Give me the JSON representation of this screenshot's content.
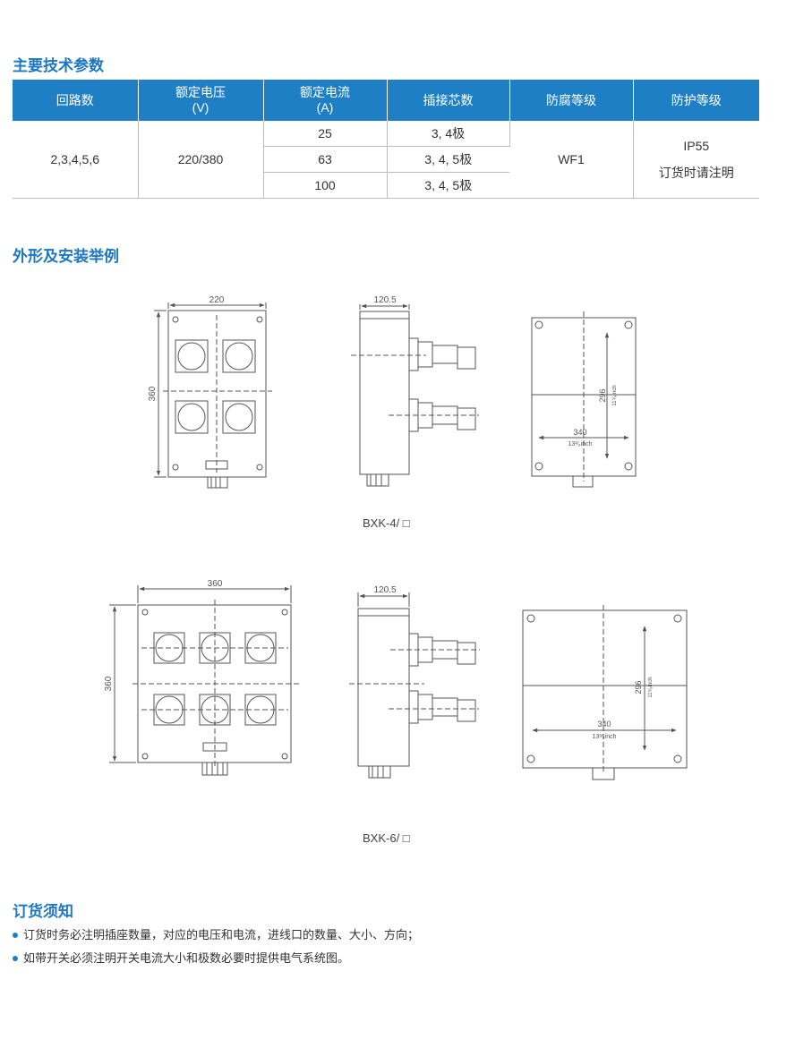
{
  "sections": {
    "specs_title": "主要技术参数",
    "outline_title": "外形及安装举例",
    "order_title": "订货须知"
  },
  "spec_table": {
    "headers": [
      {
        "line1": "回路数",
        "line2": ""
      },
      {
        "line1": "额定电压",
        "line2": "(V)"
      },
      {
        "line1": "额定电流",
        "line2": "(A)"
      },
      {
        "line1": "插接芯数",
        "line2": ""
      },
      {
        "line1": "防腐等级",
        "line2": ""
      },
      {
        "line1": "防护等级",
        "line2": ""
      }
    ],
    "circuits": "2,3,4,5,6",
    "voltage": "220/380",
    "rows": [
      {
        "current": "25",
        "cores": "3, 4极"
      },
      {
        "current": "63",
        "cores": "3, 4, 5极"
      },
      {
        "current": "100",
        "cores": "3, 4, 5极"
      }
    ],
    "anticorrosion": "WF1",
    "protection_line1": "IP55",
    "protection_line2": "订货时请注明"
  },
  "drawings": {
    "bxk4": {
      "caption": "BXK-4/ □",
      "width_dim": "220",
      "height_dim": "360",
      "depth_dim": "120.5",
      "mount_v": "296",
      "mount_v_inch": "11⁵⁄₈inch",
      "mount_h": "340",
      "mount_h_inch": "13³⁄₈inch"
    },
    "bxk6": {
      "caption": "BXK-6/ □",
      "width_dim": "360",
      "height_dim": "360",
      "depth_dim": "120.5",
      "mount_v": "296",
      "mount_v_inch": "11⁵⁄₈inch",
      "mount_h": "340",
      "mount_h_inch": "13³⁄₈inch"
    }
  },
  "order_notes": [
    "订货时务必注明插座数量，对应的电压和电流，进线口的数量、大小、方向；",
    "如带开关必须注明开关电流大小和极数必要时提供电气系统图。"
  ],
  "colors": {
    "accent": "#1d78c1",
    "header_bg": "#1f7fc5"
  }
}
